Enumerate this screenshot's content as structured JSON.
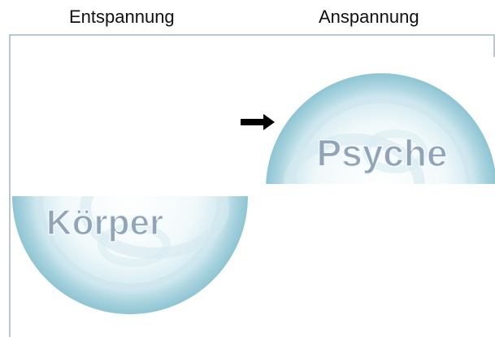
{
  "header": {
    "left_label": "Entspannung",
    "right_label": "Anspannung"
  },
  "nodes": {
    "psyche_label": "Psyche",
    "koerper_label": "Körper"
  },
  "icons": {
    "arrow": "arrow-right-icon"
  },
  "colors": {
    "frame": "#b9c9d4",
    "badge_light": "#eaf6f9",
    "badge_mid": "#b9dce6",
    "badge_dark": "#8ec4d3",
    "text_fill": "#8fa4b6",
    "text_stroke": "#f4f8fb"
  }
}
